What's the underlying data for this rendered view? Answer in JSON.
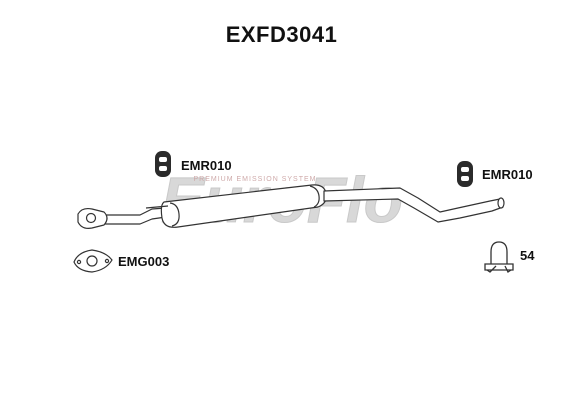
{
  "title": "EXFD3041",
  "watermark": {
    "text_main": "EuroFlo",
    "text_sub": "PREMIUM EMISSION SYSTEM",
    "color_main": "#cfcfcf",
    "color_accent": "#e8b8b8"
  },
  "parts": {
    "rubber_mount_left": {
      "code": "EMR010"
    },
    "rubber_mount_right": {
      "code": "EMR010"
    },
    "gasket": {
      "code": "EMG003"
    },
    "u_clamp": {
      "code": "54"
    }
  },
  "colors": {
    "line": "#333333",
    "fill": "#ffffff",
    "mount_fill": "#2b2b2b"
  }
}
